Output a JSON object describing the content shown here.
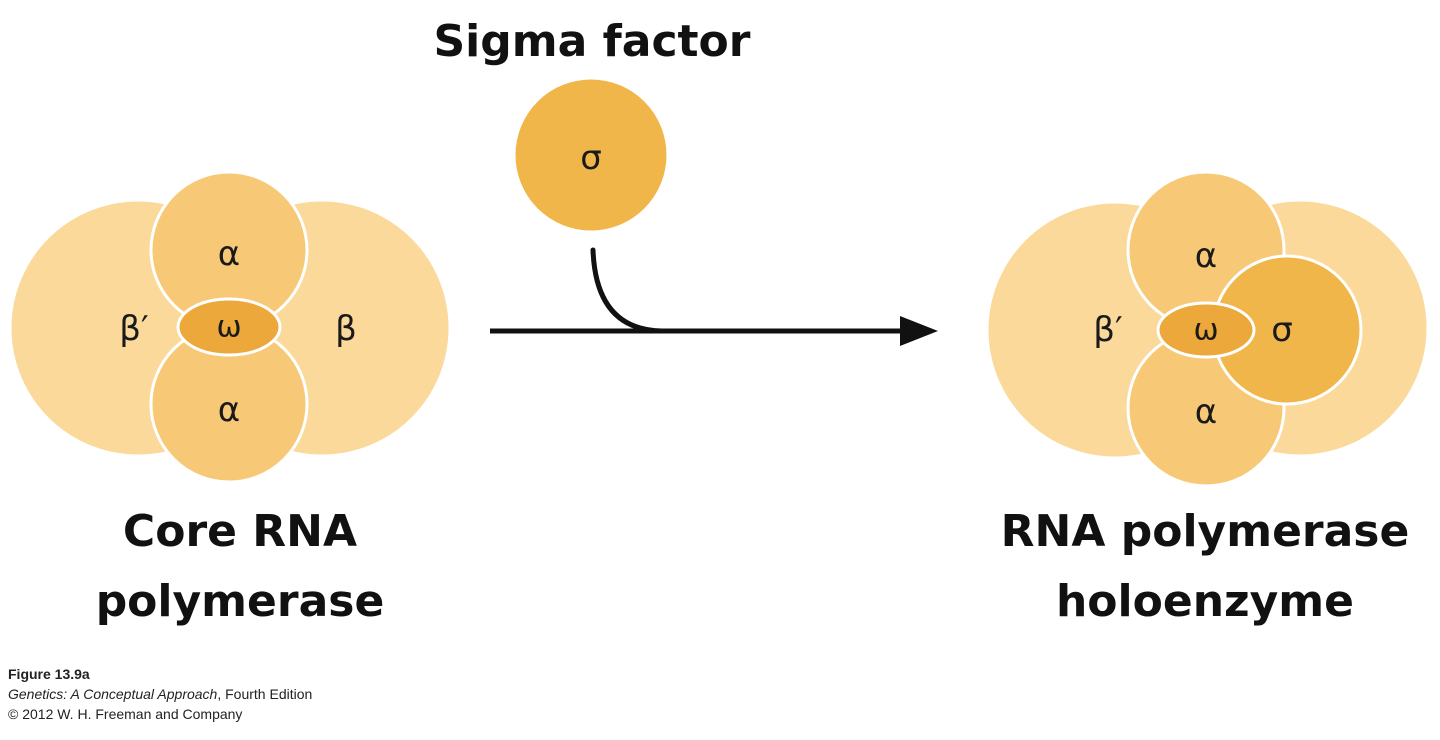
{
  "labels": {
    "sigma_factor": "Sigma factor",
    "sigma": "σ",
    "alpha": "α",
    "beta_prime": "β′",
    "beta": "β",
    "omega": "ω",
    "core_line1": "Core RNA",
    "core_line2": "polymerase",
    "holo_line1": "RNA polymerase",
    "holo_line2": "holoenzyme"
  },
  "caption": {
    "figure": "Figure 13.9a",
    "book_title": "Genetics: A Conceptual Approach",
    "edition": ", Fourth Edition",
    "copyright": "© 2012 W. H. Freeman and Company"
  },
  "colors": {
    "beta_light": "#fbd99a",
    "alpha_mid": "#f7c875",
    "sigma_dark": "#f1b649",
    "omega_darkest": "#eca83a",
    "outline": "#ffffff",
    "arrow": "#111111"
  }
}
